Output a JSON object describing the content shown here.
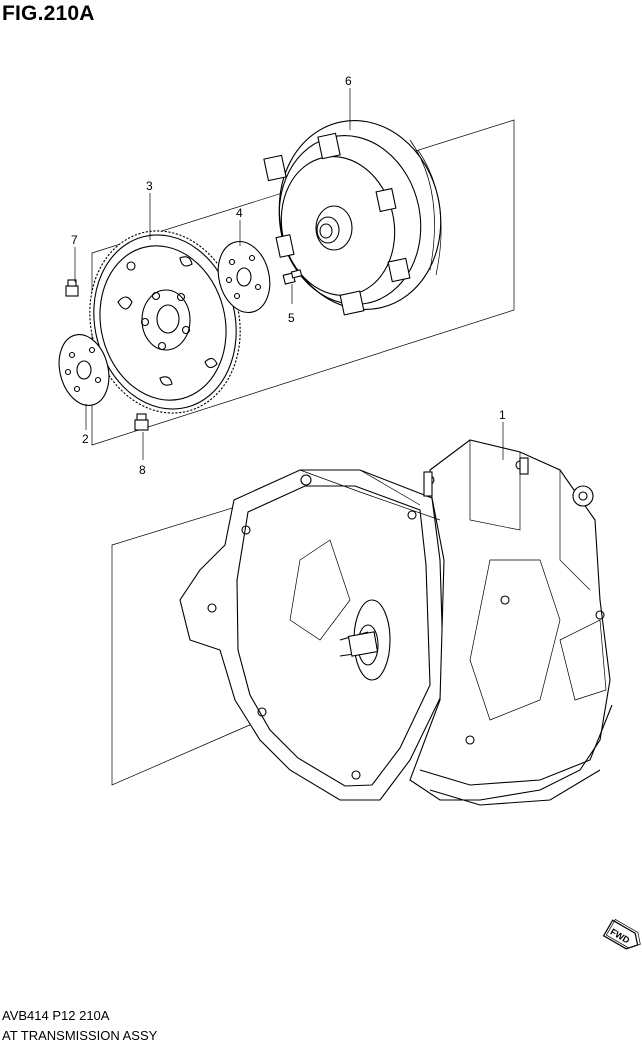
{
  "figure": {
    "title": "FIG.210A",
    "code": "AVB414 P12 210A",
    "name": "AT TRANSMISSION ASSY"
  },
  "callouts": {
    "c1": "1",
    "c2": "2",
    "c3": "3",
    "c4": "4",
    "c5": "5",
    "c6": "6",
    "c7": "7",
    "c8": "8"
  },
  "fwd_badge": "FWD"
}
